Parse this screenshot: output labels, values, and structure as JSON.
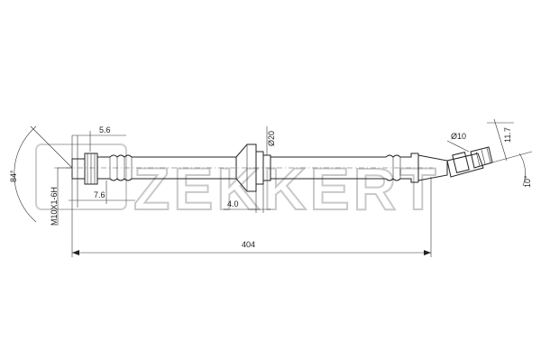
{
  "watermark": {
    "text": "ZEKKERT"
  },
  "dimensions": {
    "total_length": "404",
    "thread": "M10X1-6H",
    "angle_left": "84°",
    "angle_right": "10°",
    "d_5_6": "5.6",
    "d_7_6": "7.6",
    "d_4_0": "4.0",
    "d_dia20": "Ø20",
    "d_dia10": "Ø10",
    "d_11_7": "11.7"
  }
}
